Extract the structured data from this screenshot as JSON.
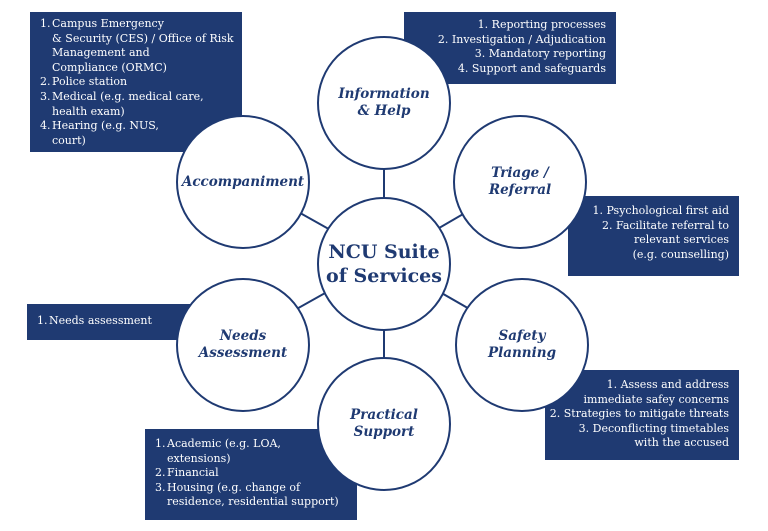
{
  "center": {
    "title": "NCU Suite\nof Services"
  },
  "services": {
    "info": {
      "label": "Information\n& Help",
      "items": [
        "Reporting processes",
        "Investigation / Adjudication",
        "Mandatory reporting",
        "Support and safeguards"
      ]
    },
    "triage": {
      "label": "Triage /\nReferral",
      "items": [
        "Psychological first aid",
        "Facilitate referral to\nrelevant services\n(e.g. counselling)"
      ]
    },
    "safety": {
      "label": "Safety\nPlanning",
      "items": [
        "Assess and address\nimmediate safey concerns",
        "Strategies to mitigate threats",
        "Deconflicting timetables\nwith the accused"
      ]
    },
    "practical": {
      "label": "Practical\nSupport",
      "items": [
        "Academic (e.g. LOA,\nextensions)",
        "Financial",
        "Housing (e.g. change of\nresidence, residential support)"
      ]
    },
    "needs": {
      "label": "Needs\nAssessment",
      "items": [
        "Needs assessment"
      ]
    },
    "accomp": {
      "label": "Accompaniment",
      "items": [
        "Campus Emergency\n& Security (CES) / Office of Risk\nManagement and\nCompliance (ORMC)",
        "Police station",
        "Medical (e.g. medical care,\nhealth exam)",
        "Hearing (e.g. NUS,\ncourt)"
      ]
    }
  },
  "colors": {
    "navy": "#1f3a72",
    "background": "#ffffff",
    "box_text": "#ffffff"
  }
}
